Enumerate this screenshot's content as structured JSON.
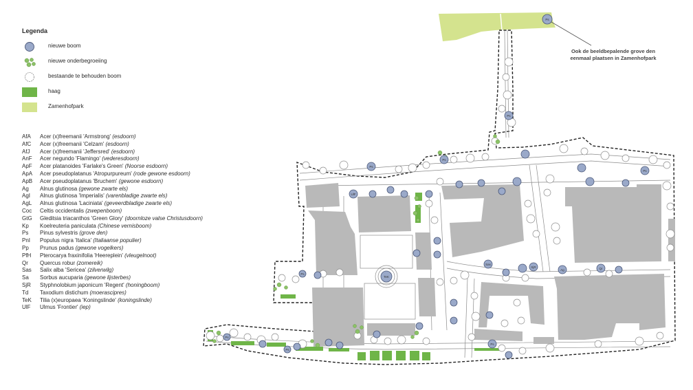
{
  "legend": {
    "title": "Legenda",
    "items": [
      {
        "symbol": "new-tree",
        "label": "nieuwe boom"
      },
      {
        "symbol": "understory",
        "label": "nieuwe onderbegroeiing"
      },
      {
        "symbol": "existing-tree",
        "label": "bestaande te behouden boom"
      },
      {
        "symbol": "hedge",
        "label": "haag"
      },
      {
        "symbol": "park",
        "label": "Zamenhofpark"
      }
    ]
  },
  "species": [
    {
      "code": "AfA",
      "name": "Acer (x)freemanii 'Armstrong'",
      "common": "(esdoorn)"
    },
    {
      "code": "AfC",
      "name": "Acer (x)freemanii 'Celzam'",
      "common": "(esdoorn)"
    },
    {
      "code": "AfJ",
      "name": "Acer (x)freemanii 'Jeffersred'",
      "common": "(esdoorn)"
    },
    {
      "code": "AnF",
      "name": "Acer negundo 'Flamingo'",
      "common": "(vederesdoorn)"
    },
    {
      "code": "ApF",
      "name": "Acer platanoides 'Farlake's Green'",
      "common": "(Noorse esdoorn)"
    },
    {
      "code": "ApA",
      "name": "Acer pseudoplatanus 'Atropurpureum'",
      "common": "(rode gewone esdoorn)"
    },
    {
      "code": "ApB",
      "name": "Acer pseudoplatanus 'Bruchem'",
      "common": "(gewone esdoorn)"
    },
    {
      "code": "Ag",
      "name": "Alnus glutinosa",
      "common": "(gewone zwarte els)"
    },
    {
      "code": "AgI",
      "name": "Alnus glutinosa 'Imperialis'",
      "common": "(varenbladige zwarte els)"
    },
    {
      "code": "AgL",
      "name": "Alnus glutinosa 'Laciniata'",
      "common": "(geveerdbladige zwarte els)"
    },
    {
      "code": "Coc",
      "name": "Celtis occidentalis",
      "common": "(zwepenboom)"
    },
    {
      "code": "GtG",
      "name": "Gleditsia triacanthos 'Green Glory'",
      "common": "(doornloze valse Christusdoorn)"
    },
    {
      "code": "Kp",
      "name": "Koelreuteria paniculata",
      "common": "(Chinese vernisboom)"
    },
    {
      "code": "Ps",
      "name": "Pinus sylvestris",
      "common": "(grove den)"
    },
    {
      "code": "PnI",
      "name": "Populus nigra 'Italica'",
      "common": "(Italiaanse populier)"
    },
    {
      "code": "Pp",
      "name": "Prunus padus",
      "common": "(gewone vogelkers)"
    },
    {
      "code": "PfH",
      "name": "Pterocarya fraxinifolia 'Heereplein'",
      "common": "(vleugelnoot)"
    },
    {
      "code": "Qr",
      "name": "Quercus robur",
      "common": "(zomereik)"
    },
    {
      "code": "Sas",
      "name": "Salix alba 'Sericea'",
      "common": "(zilverwilg)"
    },
    {
      "code": "Sa",
      "name": "Sorbus aucuparia",
      "common": "(gewone lijsterbes)"
    },
    {
      "code": "SjR",
      "name": "Styphnolobium japonicum 'Regent'",
      "common": "(honingboom)"
    },
    {
      "code": "Td",
      "name": "Taxodium distichum",
      "common": "(moerascipres)"
    },
    {
      "code": "TeK",
      "name": "Tilia (x)europaea 'Koningslinde'",
      "common": "(koningslinde)"
    },
    {
      "code": "UlF",
      "name": "Ulmus 'Frontier'",
      "common": "(iep)"
    }
  ],
  "annotation": {
    "line1": "Ook de beeldbepalende grove den",
    "line2": "eenmaal plaatsen in Zamenhofpark"
  },
  "map_labels": {
    "ps_top": "Ps",
    "tek_square": "TeK",
    "ufl": "UlF",
    "ps_north": "Ps",
    "ps_north2": "Ps",
    "ps_west": "Ps",
    "ps_east": "Ps",
    "ps_hedge_left": "Ps",
    "ps_hedge_mid": "Ps",
    "ps_south": "Ps",
    "ps_middle": "Ps",
    "sas": "Sas",
    "sjr": "SjR",
    "ag": "Ag",
    "qr": "Qr"
  },
  "colors": {
    "new_tree": "#9aa9c9",
    "new_tree_stroke": "#4a5778",
    "hedge": "#6fb548",
    "park": "#d4e38e",
    "building": "#b9b9b9",
    "road": "#8a8a8a",
    "boundary": "#222222"
  }
}
